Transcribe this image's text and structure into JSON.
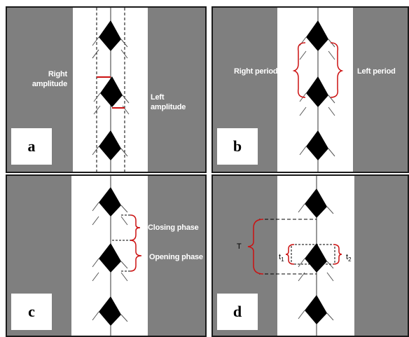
{
  "panels": {
    "a": {
      "letter": "a",
      "left_label_line1": "Right",
      "left_label_line2": "amplitude",
      "right_label_line1": "Left",
      "right_label_line2": "amplitude"
    },
    "b": {
      "letter": "b",
      "left_label": "Right period",
      "right_label": "Left  period"
    },
    "c": {
      "letter": "c",
      "closing_label": "Closing phase",
      "opening_label": "Opening phase"
    },
    "d": {
      "letter": "d",
      "period_symbol": "T",
      "t1_base": "t",
      "t1_sub": "1",
      "t2_base": "t",
      "t2_sub": "2"
    }
  },
  "colors": {
    "gray_band": "#7f7f7f",
    "accent_red": "#cc1111",
    "border": "#1a1a1a"
  }
}
